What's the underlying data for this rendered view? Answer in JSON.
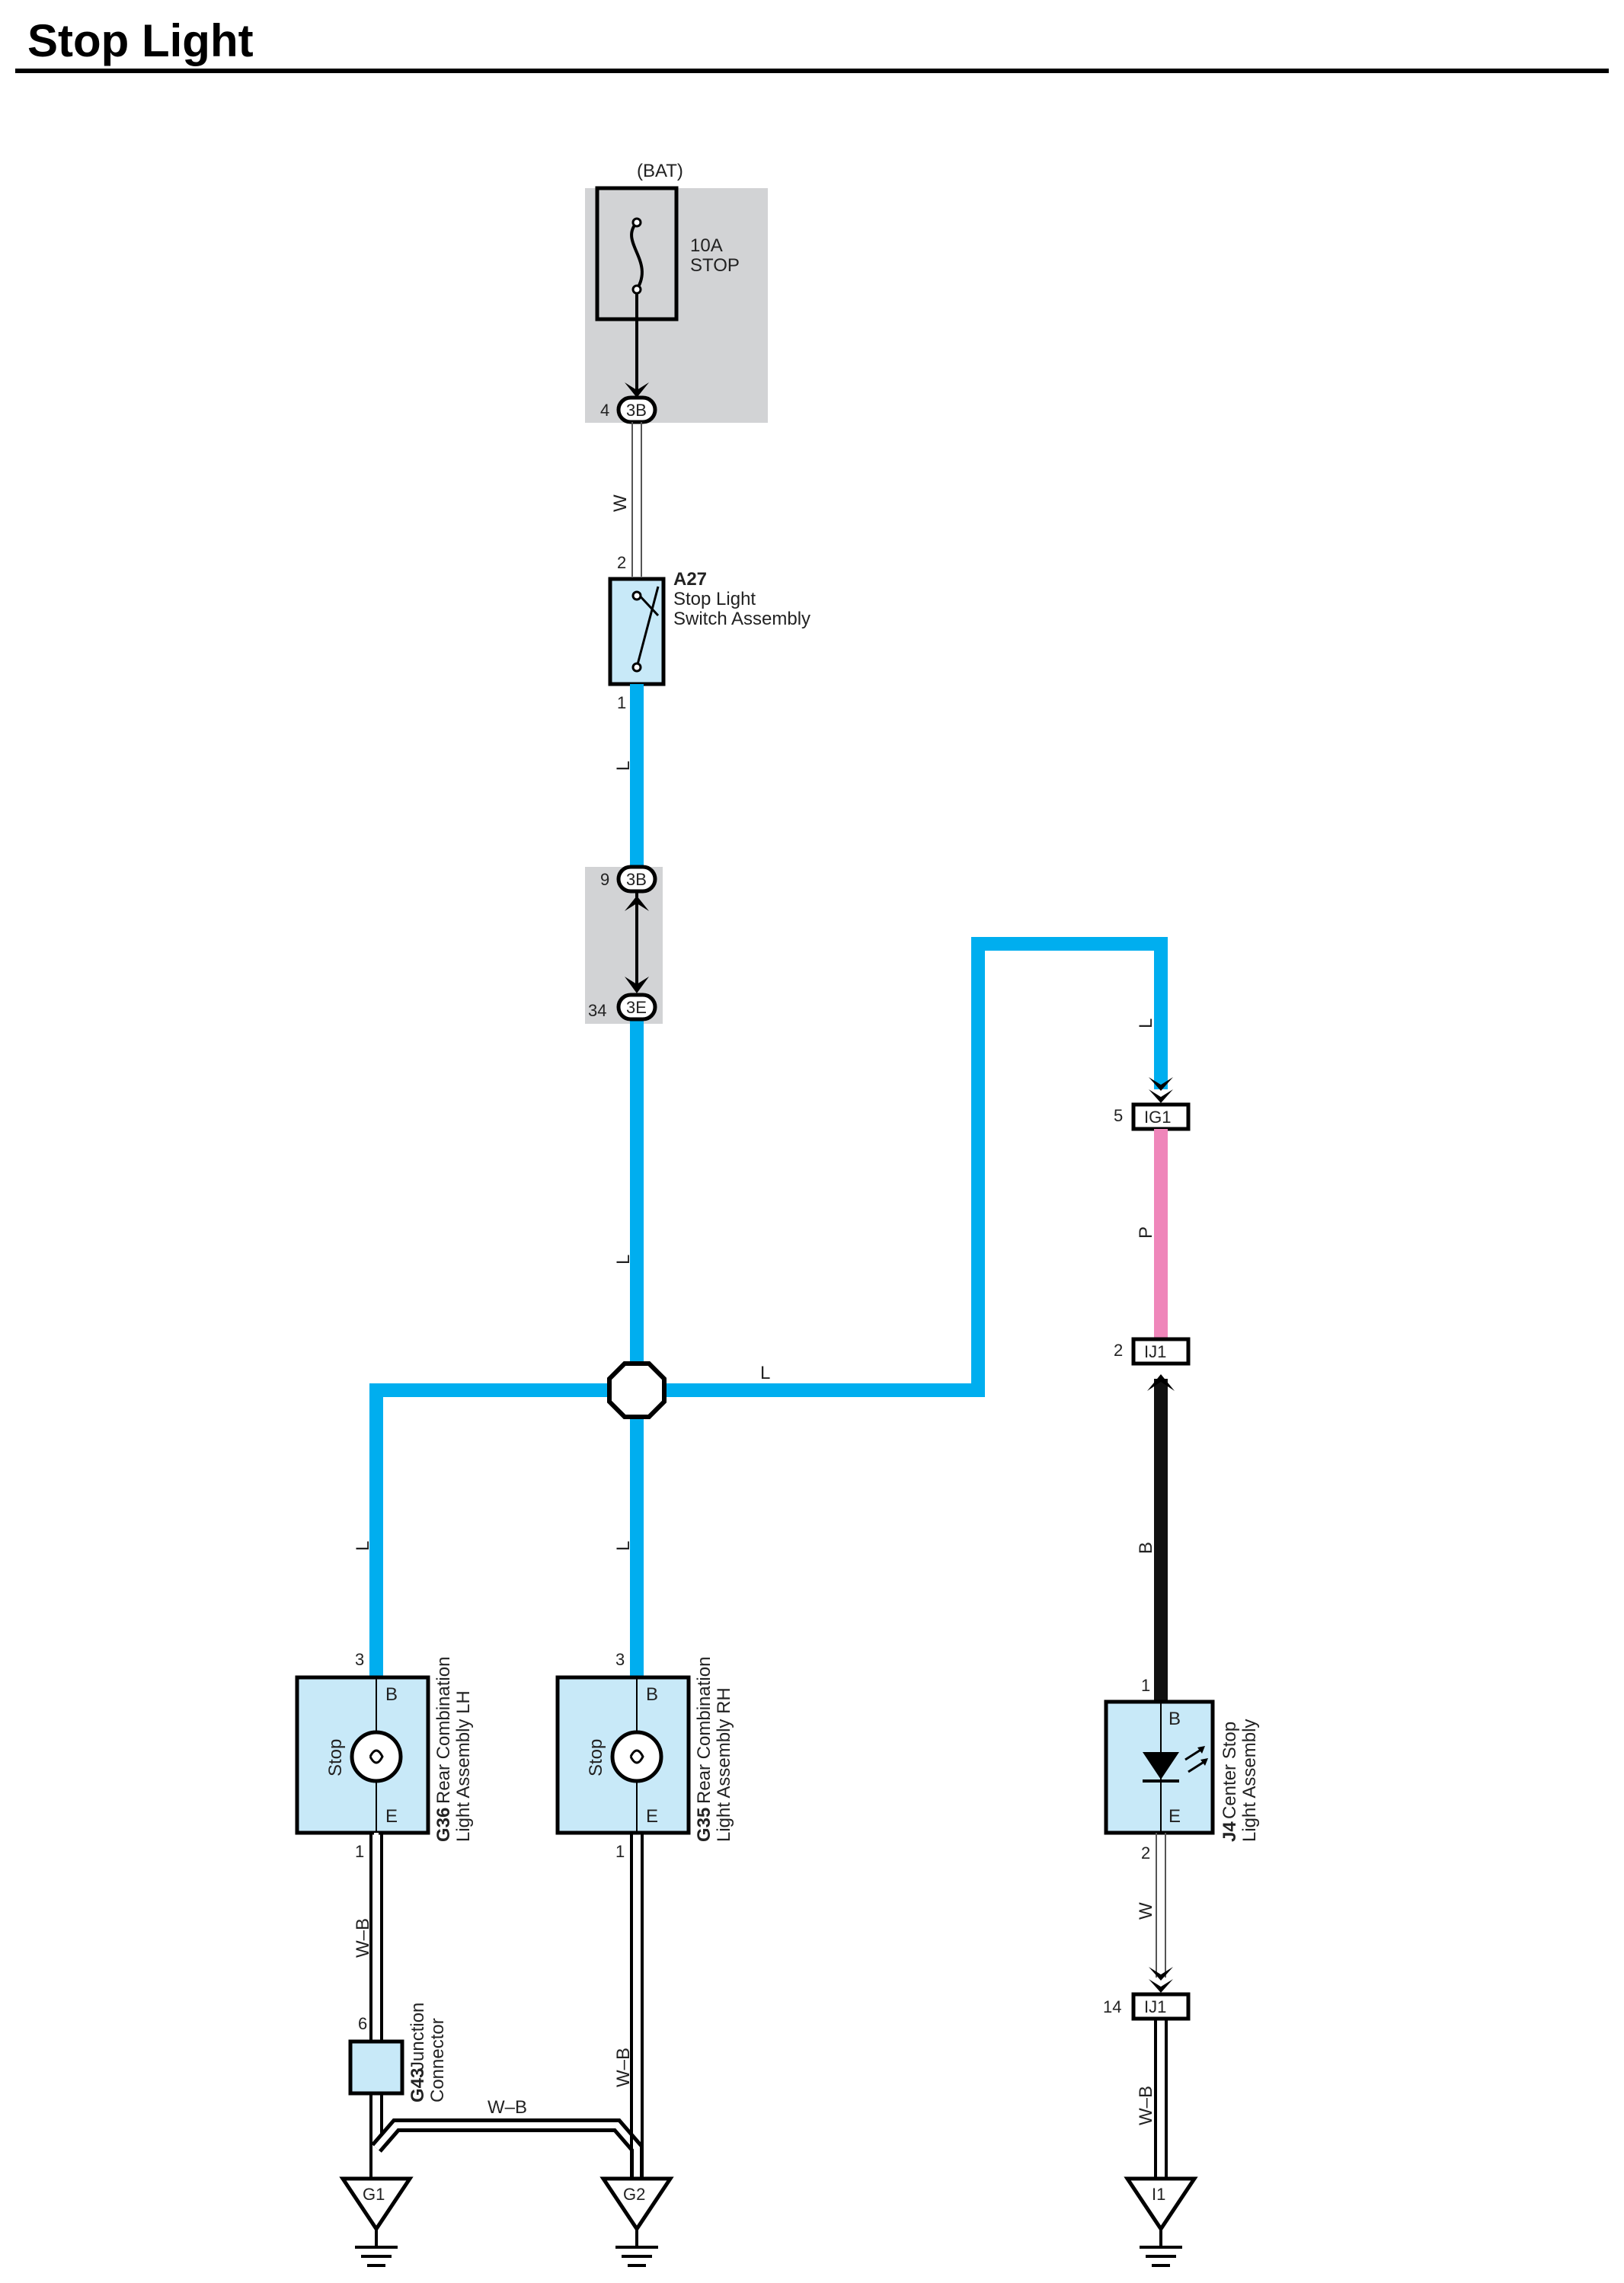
{
  "title": "Stop Light",
  "colors": {
    "wire_L": "#00AEEF",
    "wire_P": "#EF86BA",
    "wire_B": "#111111",
    "component_fill": "#C8E9F8",
    "junction_block_fill": "#D2D3D5"
  },
  "power": {
    "source": "(BAT)",
    "fuse_rating": "10A",
    "fuse_name": "STOP",
    "connector": "3B",
    "connector_pin": "4"
  },
  "wire_codes": {
    "w1": "W",
    "l1": "L",
    "l2": "L",
    "l_right": "L",
    "l_top_right": "L",
    "l_left": "L",
    "l_mid": "L",
    "p": "P",
    "b": "B",
    "w2": "W",
    "wb_left": "W–B",
    "wb_mid": "W–B",
    "wb_bus": "W–B",
    "wb_right": "W–B"
  },
  "switch": {
    "code": "A27",
    "name_line1": "Stop Light",
    "name_line2": "Switch Assembly",
    "pin_in": "2",
    "pin_out": "1"
  },
  "inline_connectors": {
    "c1": {
      "name": "3B",
      "pin": "9"
    },
    "c2": {
      "name": "3E",
      "pin": "34"
    }
  },
  "ig1": {
    "name": "IG1",
    "pin": "5"
  },
  "ij1_top": {
    "name": "IJ1",
    "pin": "2"
  },
  "ij1_bottom": {
    "name": "IJ1",
    "pin": "14"
  },
  "lamp_lh": {
    "code": "G36",
    "name_line1": "Rear Combination",
    "name_line2": "Light Assembly LH",
    "label": "Stop",
    "term_b": "B",
    "term_e": "E",
    "pin_b": "3",
    "pin_e": "1"
  },
  "lamp_rh": {
    "code": "G35",
    "name_line1": "Rear Combination",
    "name_line2": "Light Assembly RH",
    "label": "Stop",
    "term_b": "B",
    "term_e": "E",
    "pin_b": "3",
    "pin_e": "1"
  },
  "center_stop": {
    "code": "J4",
    "name_line1": "Center Stop",
    "name_line2": "Light Assembly",
    "term_b": "B",
    "term_e": "E",
    "pin_b": "1",
    "pin_e": "2"
  },
  "junction_connector": {
    "code": "G43",
    "name_line1": "Junction",
    "name_line2": "Connector",
    "pin": "6"
  },
  "grounds": {
    "g1": "G1",
    "g2": "G2",
    "i1": "I1"
  },
  "icons": {
    "fuse": "fuse-icon",
    "switch": "switch-icon",
    "bulb": "bulb-icon",
    "led": "led-icon",
    "ground": "ground-icon",
    "splice": "splice-icon"
  }
}
